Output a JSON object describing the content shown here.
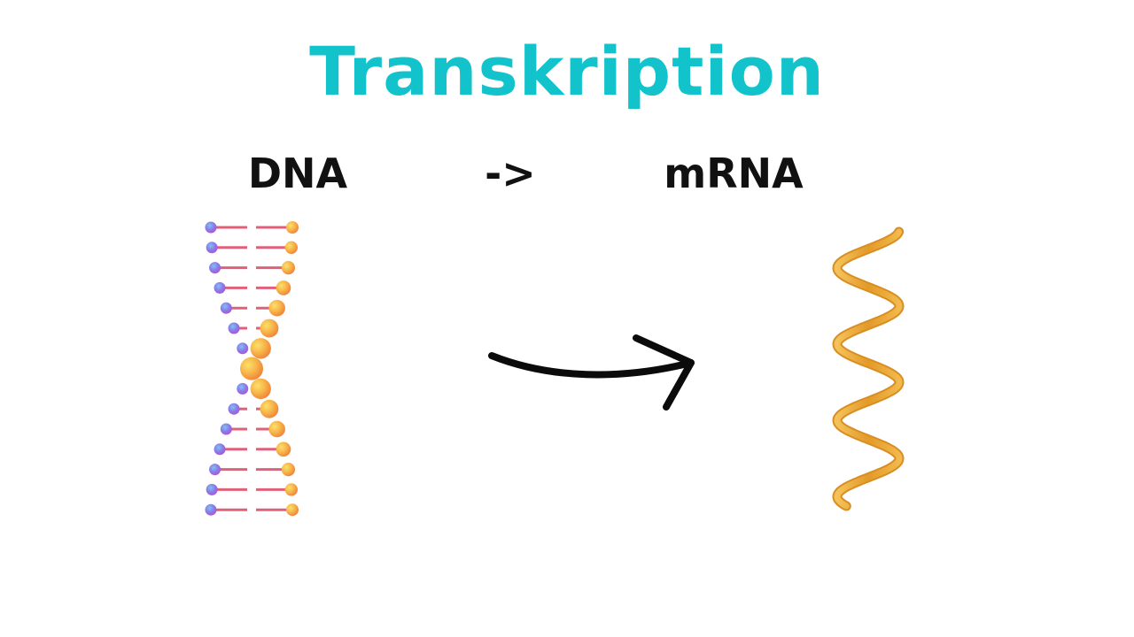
{
  "title": {
    "text": "Transkription",
    "color": "#12c3cc"
  },
  "labels": {
    "source": "DNA",
    "connector": "->",
    "target": "mRNA"
  },
  "colors": {
    "label_text": "#111111",
    "dna_orange": "#f59a3a",
    "dna_yellow": "#f7d44c",
    "dna_purple": "#a85ce0",
    "dna_blue": "#5fa0e8",
    "dna_rung": "#e0607a",
    "mrna_ribbon": "#eba63a",
    "arrow_stroke": "#0b0b0b"
  },
  "icons": {
    "dna": "dna-double-helix-icon",
    "arrow": "curved-arrow-icon",
    "mrna": "mrna-single-helix-icon"
  }
}
